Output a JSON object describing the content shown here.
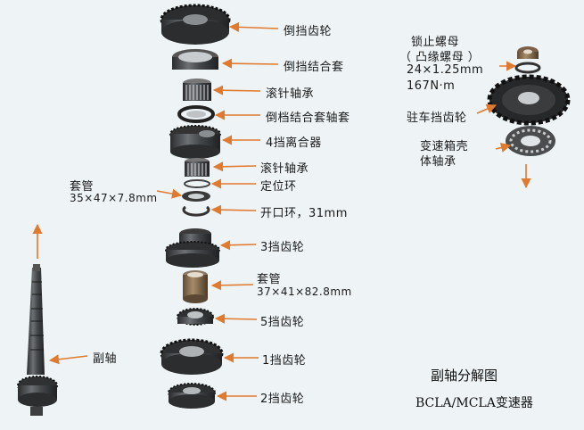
{
  "diagram": {
    "title": "副轴分解图",
    "subtitle": "BCLA/MCLA变速器",
    "arrow_color": "#e07a2e",
    "part_color": "#3b3d40",
    "labels": {
      "reverse_gear": "倒挡齿轮",
      "reverse_coupling_sleeve": "倒挡结合套",
      "needle_bearing_1": "滚针轴承",
      "reverse_sleeve_bushing": "倒档结合套轴套",
      "clutch_4th": "4挡离合器",
      "needle_bearing_2": "滚针轴承",
      "locating_ring": "定位环",
      "sleeve_1_title": "套管",
      "sleeve_1_dims": "35×47×7.8mm",
      "snap_ring": "开口环，31mm",
      "gear_3rd": "3挡齿轮",
      "sleeve_2_title": "套管",
      "sleeve_2_dims": "37×41×82.8mm",
      "gear_5th": "5挡齿轮",
      "gear_1st": "1挡齿轮",
      "gear_2nd": "2挡齿轮",
      "countershaft": "副轴",
      "locknut_line1": "锁止螺母",
      "locknut_line2": "（ 凸缘螺母 ）",
      "locknut_spec": "24×1.25mm",
      "locknut_torque": "167N·m",
      "park_gear": "驻车挡齿轮",
      "case_bearing_line1": "变速箱壳",
      "case_bearing_line2": "体轴承"
    }
  }
}
